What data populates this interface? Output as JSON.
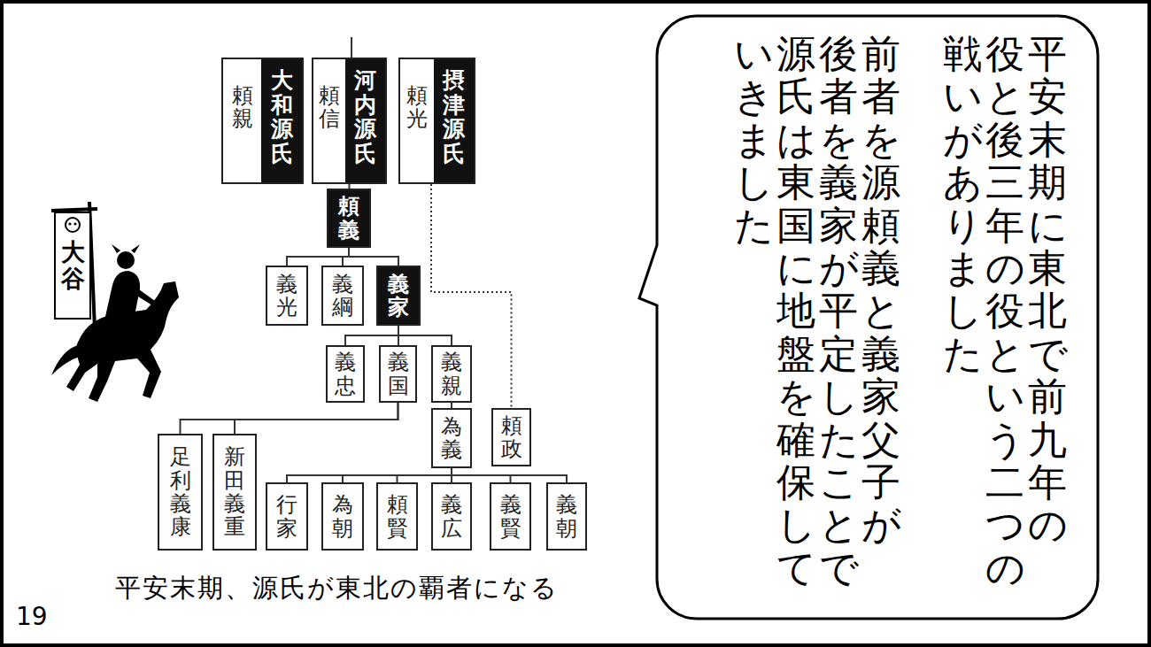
{
  "diagram": {
    "caption": "平安末期、源氏が東北の覇者になる",
    "nodes": [
      {
        "text": [
          "大和源氏",
          "頼親"
        ]
      },
      {
        "text": [
          "河内源氏",
          "頼信"
        ]
      },
      {
        "text": [
          "摂津源氏",
          "頼光"
        ]
      },
      {
        "text": [
          "頼義"
        ]
      },
      {
        "text": [
          "義光"
        ]
      },
      {
        "text": [
          "義綱"
        ]
      },
      {
        "text": [
          "義家"
        ]
      },
      {
        "text": [
          "義忠"
        ]
      },
      {
        "text": [
          "義国"
        ]
      },
      {
        "text": [
          "義親"
        ]
      },
      {
        "text": [
          "為義"
        ]
      },
      {
        "text": [
          "頼政"
        ]
      },
      {
        "text": [
          "足利義康"
        ]
      },
      {
        "text": [
          "新田義重"
        ]
      },
      {
        "text": [
          "行家"
        ]
      },
      {
        "text": [
          "為朝"
        ]
      },
      {
        "text": [
          "頼賢"
        ]
      },
      {
        "text": [
          "義広"
        ]
      },
      {
        "text": [
          "義賢"
        ]
      },
      {
        "text": [
          "義朝"
        ]
      },
      {
        "text": [
          "平安末期に東北で前九年の役と後三年の役という二つの戦いがありました",
          "前者を源頼義と義家父子が後者を義家が平定したことで源氏は東国に地盤を確保していきました"
        ]
      }
    ],
    "edges": [
      {
        "from": 1,
        "to": 3,
        "arrow": "none"
      },
      {
        "from": 3,
        "to": 4,
        "arrow": "none"
      },
      {
        "from": 3,
        "to": 5,
        "arrow": "none"
      },
      {
        "from": 3,
        "to": 6,
        "arrow": "none"
      },
      {
        "from": 6,
        "to": 7,
        "arrow": "none"
      },
      {
        "from": 6,
        "to": 8,
        "arrow": "none"
      },
      {
        "from": 6,
        "to": 9,
        "arrow": "none"
      },
      {
        "from": 9,
        "to": 10,
        "arrow": "none"
      },
      {
        "from": 2,
        "to": 11,
        "arrow": "none"
      },
      {
        "from": 8,
        "to": 12,
        "arrow": "none"
      },
      {
        "from": 8,
        "to": 13,
        "arrow": "none"
      },
      {
        "from": 10,
        "to": 14,
        "arrow": "none"
      },
      {
        "from": 10,
        "to": 15,
        "arrow": "none"
      },
      {
        "from": 10,
        "to": 16,
        "arrow": "none"
      },
      {
        "from": 10,
        "to": 17,
        "arrow": "none"
      },
      {
        "from": 10,
        "to": 18,
        "arrow": "none"
      },
      {
        "from": 10,
        "to": 19,
        "arrow": "none"
      }
    ],
    "labels": [
      "大谷",
      "19"
    ]
  }
}
